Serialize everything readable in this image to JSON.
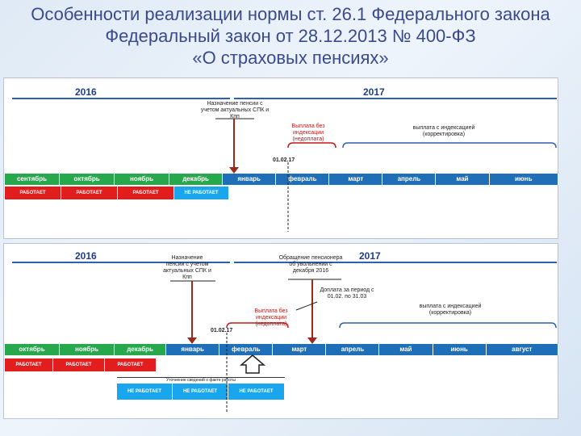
{
  "title": {
    "line1": "Особенности реализации нормы ст. 26.1 Федерального закона",
    "line2": "Федеральный закон от 28.12.2013   № 400-ФЗ",
    "line3": "«О страховых пенсиях»"
  },
  "panel_a": {
    "corner_id": "",
    "bottom_id": "",
    "year_left": "2016",
    "year_right": "2017",
    "appointment_text": "Назначение пенсии с учетом актуальных СПК и Кпп",
    "no_index_text": "Выплата без индексации (недоплата)",
    "indexed_text": "выплата с индексацией (корректировка)",
    "date": "01.02.17",
    "months": [
      "сентябрь",
      "октябрь",
      "ноябрь",
      "декабрь",
      "январь",
      "февраль",
      "март",
      "апрель",
      "май",
      "июнь"
    ],
    "status": [
      "РАБОТАЕТ",
      "РАБОТАЕТ",
      "РАБОТАЕТ",
      "НЕ РАБОТАЕТ"
    ]
  },
  "panel_b": {
    "bottom_id": "",
    "year_left": "2016",
    "year_right": "2017",
    "appointment_text": "Назначение пенсии с учетом актуальных СПК и Кпп",
    "request_text": "Обращение пенсионера об увольнении с декабря 2016",
    "surcharge_text": "Доплата за период с 01.02. по 31.03",
    "no_index_text": "Выплата без индексации (недоплата)",
    "indexed_text": "выплата с индексацией (корректировка)",
    "date": "01.02.17",
    "months": [
      "октябрь",
      "ноябрь",
      "декабрь",
      "январь",
      "февраль",
      "март",
      "апрель",
      "май",
      "июнь",
      "август"
    ],
    "status_red": [
      "РАБОТАЕТ",
      "РАБОТАЕТ",
      "РАБОТАЕТ"
    ],
    "status_blue_caption": "Уточнение сведений о факте работы",
    "status_blue": [
      "НЕ РАБОТАЕТ",
      "НЕ РАБОТАЕТ",
      "НЕ РАБОТАЕТ"
    ]
  },
  "colors": {
    "title": "#3b4a8c",
    "month_green": "#27a84c",
    "month_blue": "#1f6fb8",
    "status_red": "#e21d1d",
    "status_cyan": "#1aa6ee",
    "arrow": "#9b2a1c",
    "brace": "#2f5faf"
  }
}
